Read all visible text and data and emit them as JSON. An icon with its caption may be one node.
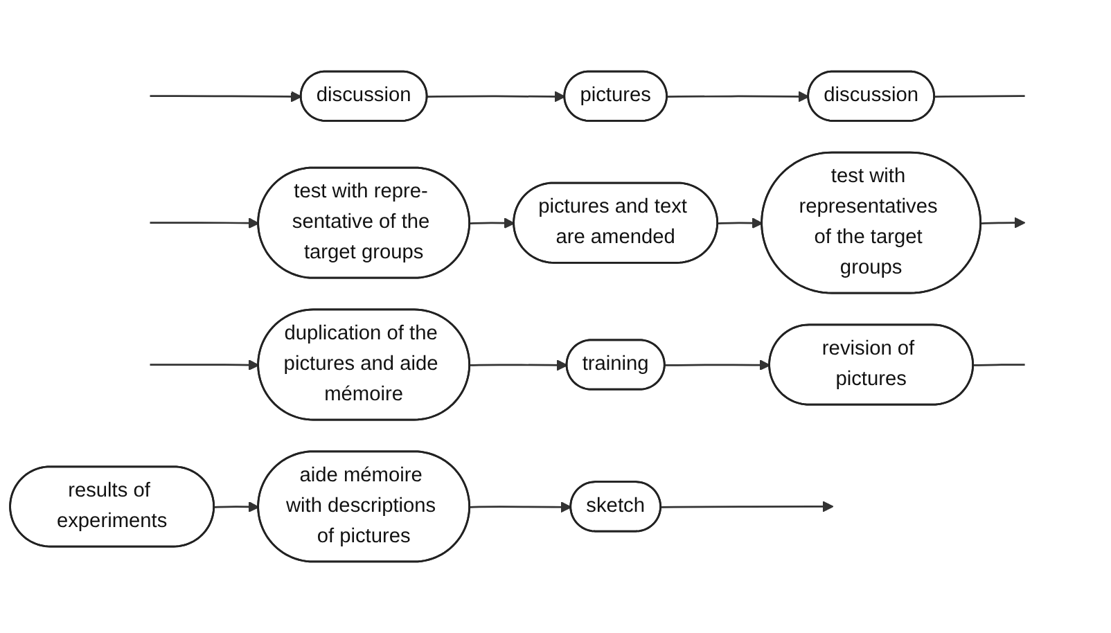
{
  "diagram": {
    "nodes": [
      {
        "text": [
          "results of experiments"
        ]
      },
      {
        "text": [
          "aide mémoire with descriptions of pictures"
        ]
      },
      {
        "text": [
          "sketch"
        ]
      },
      {
        "text": [
          "discussion"
        ]
      },
      {
        "text": [
          "pictures"
        ]
      },
      {
        "text": [
          "discussion"
        ]
      },
      {
        "text": [
          "test with repre- sentative of the target groups"
        ]
      },
      {
        "text": [
          "pictures and text are amended"
        ]
      },
      {
        "text": [
          "test with representatives of the target groups"
        ]
      },
      {
        "text": [
          "duplication of the pictures and aide mémoire"
        ]
      },
      {
        "text": [
          "training"
        ]
      },
      {
        "text": [
          "revision of pictures"
        ]
      }
    ],
    "edges": [
      {
        "from": 0,
        "to": 1,
        "arrow": "to"
      },
      {
        "from": 1,
        "to": 2,
        "arrow": "to"
      },
      {
        "from": 2,
        "to": null,
        "arrow": "to"
      },
      {
        "from": null,
        "to": 3,
        "arrow": "to"
      },
      {
        "from": 3,
        "to": 4,
        "arrow": "to"
      },
      {
        "from": 4,
        "to": 5,
        "arrow": "to"
      },
      {
        "from": 5,
        "to": null,
        "arrow": "none"
      },
      {
        "from": null,
        "to": 6,
        "arrow": "to"
      },
      {
        "from": 6,
        "to": 7,
        "arrow": "to"
      },
      {
        "from": 7,
        "to": 8,
        "arrow": "to"
      },
      {
        "from": 8,
        "to": null,
        "arrow": "to"
      },
      {
        "from": null,
        "to": 9,
        "arrow": "to"
      },
      {
        "from": 9,
        "to": 10,
        "arrow": "to"
      },
      {
        "from": 10,
        "to": 11,
        "arrow": "to"
      },
      {
        "from": 11,
        "to": null,
        "arrow": "none"
      }
    ]
  }
}
